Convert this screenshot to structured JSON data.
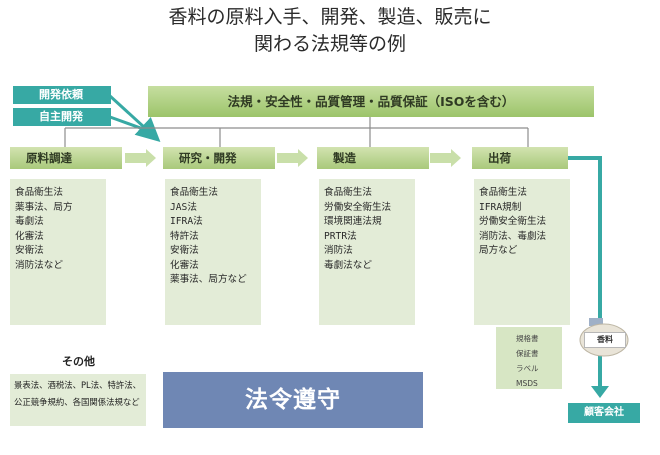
{
  "title": {
    "line1": "香料の原料入手、開発、製造、販売に",
    "line2": "関わる法規等の例"
  },
  "tags": {
    "request": "開発依頼",
    "voluntary": "自主開発"
  },
  "banner": "法規・安全性・品質管理・品質保証（ISOを含む）",
  "stages": [
    {
      "label": "原料調達",
      "laws": [
        "食品衛生法",
        "薬事法、局方",
        "毒劇法",
        "化審法",
        "安衛法",
        "消防法など"
      ]
    },
    {
      "label": "研究・開発",
      "laws": [
        "食品衛生法",
        "JAS法",
        "IFRA法",
        "特許法",
        "安衛法",
        "化審法",
        "薬事法、局方など"
      ]
    },
    {
      "label": "製造",
      "laws": [
        "食品衛生法",
        "労働安全衛生法",
        "環境関連法規",
        "PRTR法",
        "消防法",
        "毒劇法など"
      ]
    },
    {
      "label": "出荷",
      "laws": [
        "食品衛生法",
        "IFRA規制",
        "労働安全衛生法",
        "消防法、毒劇法",
        "局方など"
      ]
    }
  ],
  "documents": [
    "規格書",
    "保証書",
    "ラベル",
    "MSDS"
  ],
  "fragrance_label": "香料",
  "customer": "顧客会社",
  "other": {
    "heading": "その他",
    "line1": "景表法、酒税法、PL法、特許法、",
    "line2": "公正競争規約、各国関係法規など"
  },
  "compliance": "法令遵守",
  "colors": {
    "teal": "#37a9a4",
    "green": "#9cc46a",
    "panel": "#e3ecd7",
    "compliance_blue": "#6f87b4"
  }
}
